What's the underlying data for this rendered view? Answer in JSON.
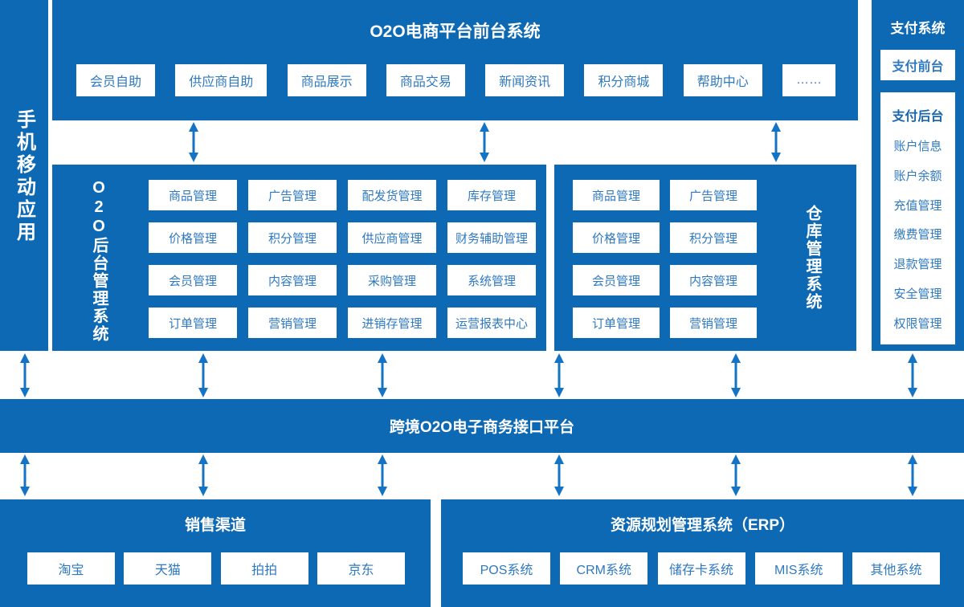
{
  "colors": {
    "primary": "#0E69B5",
    "arrow": "#1473C4",
    "button_text": "#2F79C0",
    "back_header_text": "#1766AE"
  },
  "mobile_bar": {
    "label": "手机移动应用"
  },
  "front_system": {
    "title": "O2O电商平台前台系统",
    "modules": [
      "会员自助",
      "供应商自助",
      "商品展示",
      "商品交易",
      "新闻资讯",
      "积分商城",
      "帮助中心",
      "……"
    ]
  },
  "payment_system": {
    "title": "支付系统",
    "front_label": "支付前台",
    "back_label": "支付后台",
    "back_items": [
      "账户信息",
      "账户余额",
      "充值管理",
      "缴费管理",
      "退款管理",
      "安全管理",
      "权限管理"
    ]
  },
  "backend_system": {
    "label": "O2O后台管理系统",
    "modules": [
      "商品管理",
      "广告管理",
      "配发货管理",
      "库存管理",
      "价格管理",
      "积分管理",
      "供应商管理",
      "财务辅助管理",
      "会员管理",
      "内容管理",
      "采购管理",
      "系统管理",
      "订单管理",
      "营销管理",
      "进销存管理",
      "运营报表中心"
    ]
  },
  "warehouse_system": {
    "label": "仓库管理系统",
    "modules": [
      "商品管理",
      "广告管理",
      "价格管理",
      "积分管理",
      "会员管理",
      "内容管理",
      "订单管理",
      "营销管理"
    ]
  },
  "interface_platform": {
    "title": "跨境O2O电子商务接口平台"
  },
  "sales_channels": {
    "title": "销售渠道",
    "modules": [
      "淘宝",
      "天猫",
      "拍拍",
      "京东"
    ]
  },
  "erp_system": {
    "title": "资源规划管理系统（ERP）",
    "modules": [
      "POS系统",
      "CRM系统",
      "储存卡系统",
      "MIS系统",
      "其他系统"
    ]
  }
}
